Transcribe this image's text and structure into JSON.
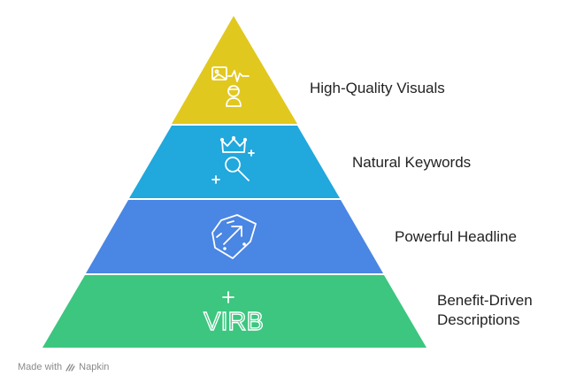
{
  "tiers": [
    {
      "label": "High-Quality Visuals",
      "color": "#E1C81E",
      "icon": "image-audio-avatar-icon"
    },
    {
      "label": "Natural Keywords",
      "color": "#21A8DC",
      "icon": "crown-magnifier-icon"
    },
    {
      "label": "Powerful Headline",
      "color": "#4A86E3",
      "icon": "tag-arrow-icon"
    },
    {
      "label_line1": "Benefit-Driven",
      "label_line2": "Descriptions",
      "color": "#3CC67F",
      "icon": "virb-text-icon",
      "icon_text": "VIRB"
    }
  ],
  "footer": {
    "made_with": "Made with",
    "brand": "Napkin"
  }
}
